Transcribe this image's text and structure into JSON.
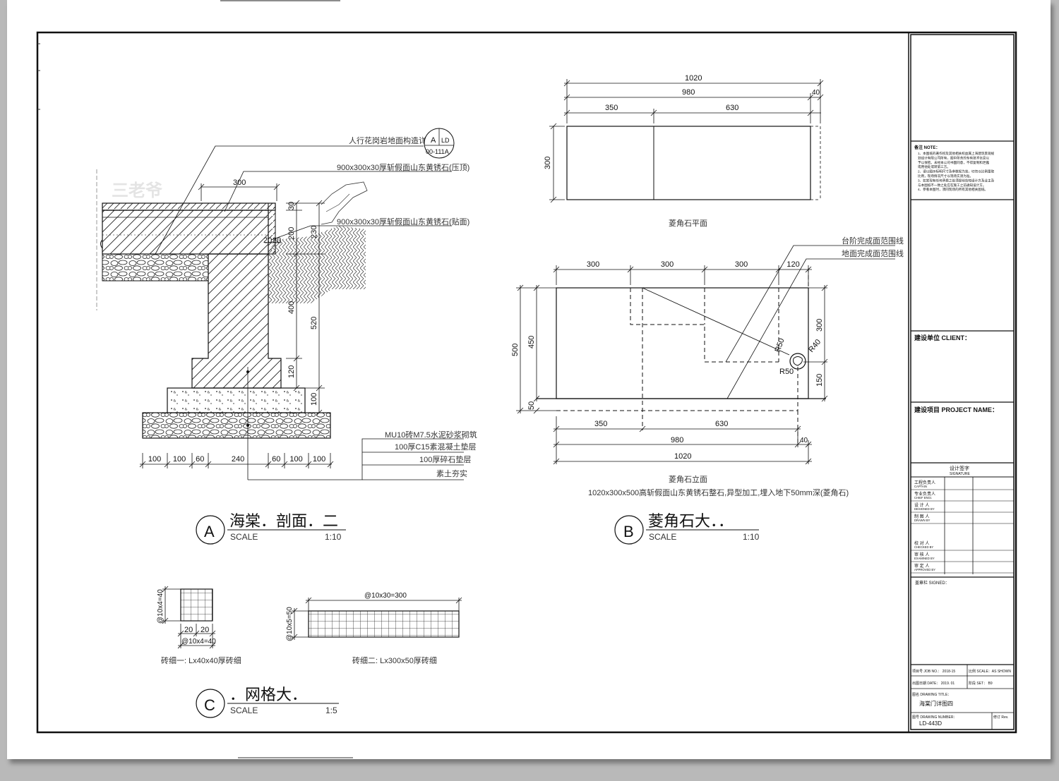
{
  "watermark": "三老爷",
  "detail_a": {
    "leaders": {
      "ref_detail": "人行花岗岩地面构造详图",
      "coping": "900x300x30厚斩假面山东黄锈石(压顶)",
      "facing": "900x300x30厚斩假面山东黄锈石(贴面)",
      "brick": "MU10砖M7.5水泥砂浆砌筑",
      "concrete": "100厚C15素混凝土垫层",
      "gravel": "100厚碎石垫层",
      "soil": "素土夯实"
    },
    "ref_bubble": {
      "top_left": "A",
      "top_right": "LD",
      "bottom": "00-111A"
    },
    "dims": {
      "top": "300",
      "d30": "30",
      "d200": "200",
      "d20a": "20",
      "d20b": "20",
      "d230": "230",
      "d400": "400",
      "d520": "520",
      "d120": "120",
      "d100": "100"
    },
    "bottom_dims": [
      "100",
      "100",
      "60",
      "240",
      "60",
      "100",
      "100"
    ],
    "title": {
      "letter": "A",
      "name": "海棠．剖面．二",
      "scale_label": "SCALE",
      "scale": "1:10"
    }
  },
  "detail_b": {
    "plan": {
      "d1020": "1020",
      "d980": "980",
      "d40": "40",
      "d350": "350",
      "d630": "630",
      "d300": "300",
      "caption": "菱角石平面"
    },
    "elev": {
      "leader1": "台阶完成面范围线",
      "leader2": "地面完成面范围线",
      "top_dims": [
        "300",
        "300",
        "300",
        "120"
      ],
      "d500": "500",
      "d450": "450",
      "d50": "50",
      "d300": "300",
      "d150": "150",
      "r50a": "R50",
      "r40": "R40",
      "r50b": "R50",
      "bot_350": "350",
      "bot_630": "630",
      "bot_980": "980",
      "bot_40": "40",
      "bot_1020": "1020",
      "caption": "菱角石立面",
      "note": "1020x300x500高斩假面山东黄锈石整石,异型加工,埋入地下50mm深(菱角石)"
    },
    "title": {
      "letter": "B",
      "name": "菱角石大．．",
      "scale_label": "SCALE",
      "scale": "1:10"
    }
  },
  "detail_c": {
    "g1": {
      "side": "@10x4=40",
      "d20a": "20",
      "d20b": "20",
      "bottom": "@10x4=40",
      "caption": "砖细一: Lx40x40厚砖细"
    },
    "g2": {
      "top": "@10x30=300",
      "side": "@10x5=50",
      "caption": "砖细二: Lx300x50厚砖细"
    },
    "title": {
      "letter": "C",
      "name": "．网格大．",
      "scale_label": "SCALE",
      "scale": "1:5"
    }
  },
  "titleblock": {
    "notes_title": "备注 NOTE：",
    "notes": [
      "1、本图纸的著作权及其他相关权益属上海建筑景观规",
      "划设计有限公司所有，图中所含的专有技术信息以",
      "予以保密。未经本公司书面同意，不得复制和泄露",
      "或用他处或转第三方。",
      "2、请以图示标明尺寸及参数视为准，切勿以比例量取",
      "比例，现场情况尺寸以现场实测为准。",
      "3、如发现有任何矛盾之处须提前告知设计方及业主及",
      "与本图纸不一致之处应在施工之前通知设计方。",
      "4、参看本图时，须同现场的所有其他相关图纸。"
    ],
    "client_label": "建设单位 CLIENT：",
    "project_label": "建设项目 PROJECT NAME：",
    "signature_cn": "设计签字",
    "signature_en": "SIGNATURE",
    "roles": [
      {
        "cn": "工程负责人",
        "en": "CAPTAIN"
      },
      {
        "cn": "专业负责人",
        "en": "CHIEF ENGI."
      },
      {
        "cn": "设 计 人",
        "en": "DESIGNED BY"
      },
      {
        "cn": "制 图 人",
        "en": "DRAWN BY"
      },
      {
        "cn": "校 对 人",
        "en": "CHECKED BY"
      },
      {
        "cn": "审 核 人",
        "en": "EXAMINED BY"
      },
      {
        "cn": "审 定 人",
        "en": "APPROVED BY"
      }
    ],
    "signed_label": "盖章栏 SIGNED：",
    "job_no": "项目号 JOB NO.：  2018-15",
    "scale": "比例 SCALE：AS  SHOWN",
    "date": "出图日期 DATE：  2019. 01",
    "stage": "阶段 SET：  B9",
    "drawing_title_label": "图名 DRAWING TITLE：",
    "drawing_title": "海棠门详图四",
    "drawing_no_label": "图号 DRAWING NUMBER：",
    "drawing_no": "LD-443D",
    "rev_label": "修订 Rev."
  }
}
